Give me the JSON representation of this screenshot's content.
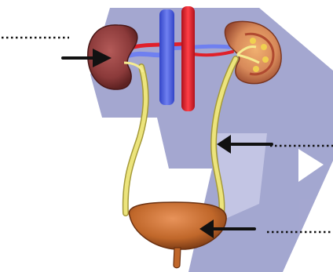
{
  "diagram": {
    "kind": "labelling-exercise",
    "subject_icons": [
      "kidney-icon",
      "vein-icon",
      "artery-icon",
      "ureter-icon",
      "bladder-icon",
      "urethra-icon"
    ],
    "label_blanks": [
      {
        "id": "kidney",
        "filled_text": ""
      },
      {
        "id": "ureter",
        "filled_text": ""
      },
      {
        "id": "bladder",
        "filled_text": ""
      }
    ],
    "colors": {
      "watermark": "#8f93c4",
      "kidney": "#8b3a3a",
      "kidney_cut": "#d88a5a",
      "vein": "#4f62e0",
      "artery": "#e0202a",
      "ureter": "#e8e07a",
      "bladder": "#c0672a",
      "arrow": "#111111",
      "dots": "#111111"
    }
  }
}
